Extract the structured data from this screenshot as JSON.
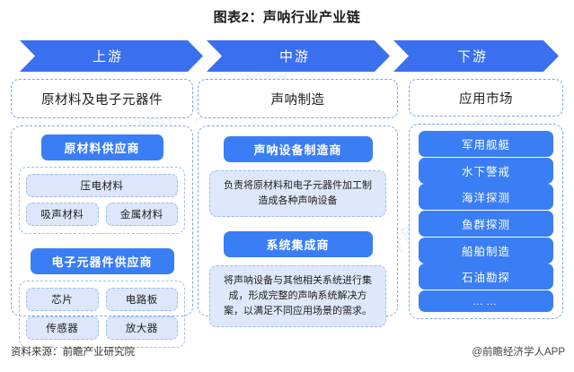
{
  "title": "图表2：声呐行业产业链",
  "band": {
    "stages": [
      {
        "label": "上游"
      },
      {
        "label": "中游"
      },
      {
        "label": "下游"
      }
    ]
  },
  "columns": {
    "upstream": {
      "header": "原材料及电子元器件",
      "groups": [
        {
          "pill": "原材料供应商",
          "rows": [
            [
              "压电材料"
            ],
            [
              "吸声材料",
              "金属材料"
            ]
          ]
        },
        {
          "pill": "电子元器件供应商",
          "rows": [
            [
              "芯片",
              "电路板"
            ],
            [
              "传感器",
              "放大器"
            ]
          ]
        }
      ]
    },
    "midstream": {
      "header": "声呐制造",
      "blocks": [
        {
          "pill": "声呐设备制造商",
          "desc": "负责将原材料和电子元器件加工制造成各种声呐设备"
        },
        {
          "pill": "系统集成商",
          "desc": "将声呐设备与其他相关系统进行集成，形成完整的声呐系统解决方案，以满足不同应用场景的需求。"
        }
      ]
    },
    "downstream": {
      "header": "应用市场",
      "items": [
        "军用舰艇",
        "水下警戒",
        "海洋探测",
        "鱼群探测",
        "船舶制造",
        "石油勘探",
        "……"
      ]
    }
  },
  "footer": {
    "source": "资料来源：前瞻产业研究院",
    "brand": "@前瞻经济学人APP"
  },
  "watermarks": {
    "w1": "前瞻产业研究院",
    "w2": "前瞻产业研究院",
    "w3": "前瞻产业",
    "w4": "前瞻",
    "w5": "前瞻"
  },
  "colors": {
    "arrow_blue": "#3a6ff0",
    "pill_blue": "#3a7ef5",
    "dashed_border": "#7aa5ea",
    "chip_fill": "#dde6fa"
  }
}
